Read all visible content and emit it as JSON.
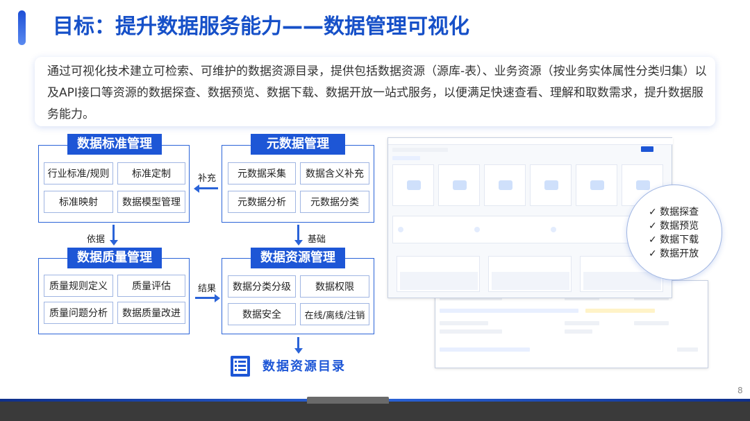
{
  "title": "目标：提升数据服务能力——数据管理可视化",
  "intro": "通过可视化技术建立可检索、可维护的数据资源目录，提供包括数据资源（源库-表）、业务资源（按业务实体属性分类归集）以及API接口等资源的数据探查、数据预览、数据下载、数据开放一站式服务，以便满足快速查看、理解和取数需求，提升数据服务能力。",
  "diagram": {
    "standard": {
      "title": "数据标准管理",
      "items": [
        "行业标准/规则",
        "标准定制",
        "标准映射",
        "数据模型管理"
      ]
    },
    "metadata": {
      "title": "元数据管理",
      "items": [
        "元数据采集",
        "数据含义补充",
        "元数据分析",
        "元数据分类"
      ]
    },
    "quality": {
      "title": "数据质量管理",
      "items": [
        "质量规则定义",
        "质量评估",
        "质量问题分析",
        "数据质量改进"
      ]
    },
    "resource": {
      "title": "数据资源管理",
      "items": [
        "数据分类分级",
        "数据权限",
        "数据安全",
        "在线/离线/注销"
      ]
    },
    "arrows": {
      "supplement": "补充",
      "basis_left": "依据",
      "basis_right": "基础",
      "result": "结果"
    },
    "catalog": "数据资源目录"
  },
  "features": [
    "✓ 数据探查",
    "✓ 数据预览",
    "✓ 数据下载",
    "✓ 数据开放"
  ],
  "colors": {
    "primary": "#1d56d6",
    "title": "#1650c8",
    "footer": "#3a3a3a"
  },
  "page_number": "8"
}
